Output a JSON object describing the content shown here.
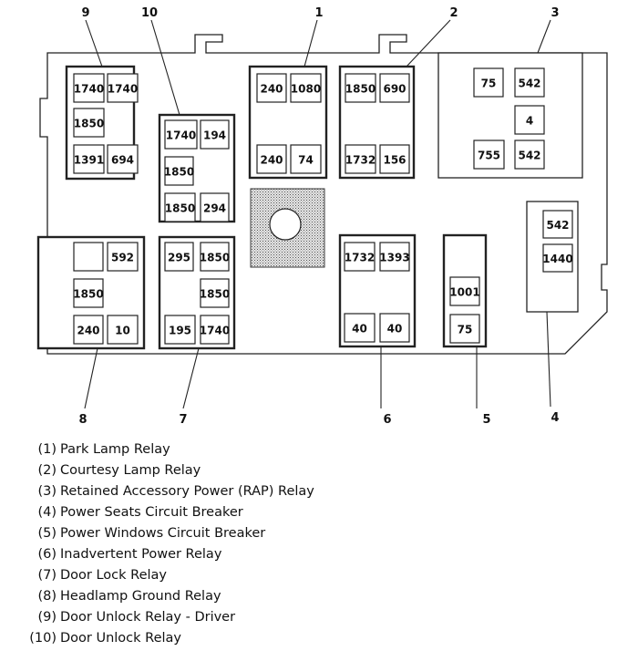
{
  "boxes": [
    {
      "id": "9",
      "cells": [
        "1740",
        "1740",
        "1850",
        "1391",
        "694"
      ]
    },
    {
      "id": "10",
      "cells": [
        "1740",
        "194",
        "1850",
        "1850",
        "294"
      ]
    },
    {
      "id": "1",
      "cells": [
        "240",
        "1080",
        "240",
        "74"
      ]
    },
    {
      "id": "2",
      "cells": [
        "1850",
        "690",
        "1732",
        "156"
      ]
    },
    {
      "id": "3",
      "cells": [
        "75",
        "542",
        "4",
        "755",
        "542"
      ]
    },
    {
      "id": "4",
      "cells": [
        "542",
        "1440"
      ]
    },
    {
      "id": "5",
      "cells": [
        "1001",
        "75"
      ]
    },
    {
      "id": "6",
      "cells": [
        "1732",
        "1393",
        "40",
        "40"
      ]
    },
    {
      "id": "7",
      "cells": [
        "295",
        "1850",
        "1850",
        "195",
        "1740"
      ]
    },
    {
      "id": "8",
      "cells": [
        "",
        "592",
        "1850",
        "240",
        "10"
      ]
    }
  ],
  "legend": [
    {
      "num": "(1)",
      "label": "Park Lamp Relay"
    },
    {
      "num": "(2)",
      "label": "Courtesy Lamp Relay"
    },
    {
      "num": "(3)",
      "label": "Retained Accessory Power (RAP) Relay"
    },
    {
      "num": "(4)",
      "label": "Power Seats Circuit Breaker"
    },
    {
      "num": "(5)",
      "label": "Power Windows Circuit Breaker"
    },
    {
      "num": "(6)",
      "label": "Inadvertent Power Relay"
    },
    {
      "num": "(7)",
      "label": "Door Lock Relay"
    },
    {
      "num": "(8)",
      "label": "Headlamp Ground Relay"
    },
    {
      "num": "(9)",
      "label": "Door Unlock Relay - Driver"
    },
    {
      "num": "(10)",
      "label": "Door Unlock Relay"
    }
  ]
}
